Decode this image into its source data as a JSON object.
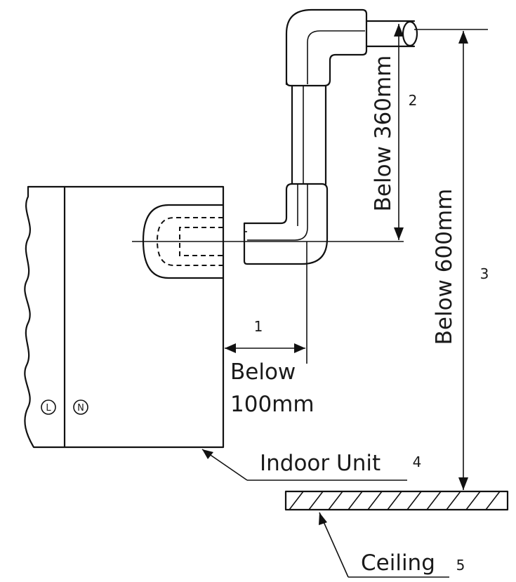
{
  "labels": {
    "dim1": "1",
    "dim2": "2",
    "dim3": "3",
    "dim4": "4",
    "dim5": "5",
    "below_100mm_line1": "Below",
    "below_100mm_line2": "100mm",
    "below_360mm": "Below 360mm",
    "below_600mm": "Below 600mm",
    "indoor_unit": "Indoor Unit",
    "ceiling": "Ceiling",
    "terminal_l": "L",
    "terminal_n": "N"
  }
}
